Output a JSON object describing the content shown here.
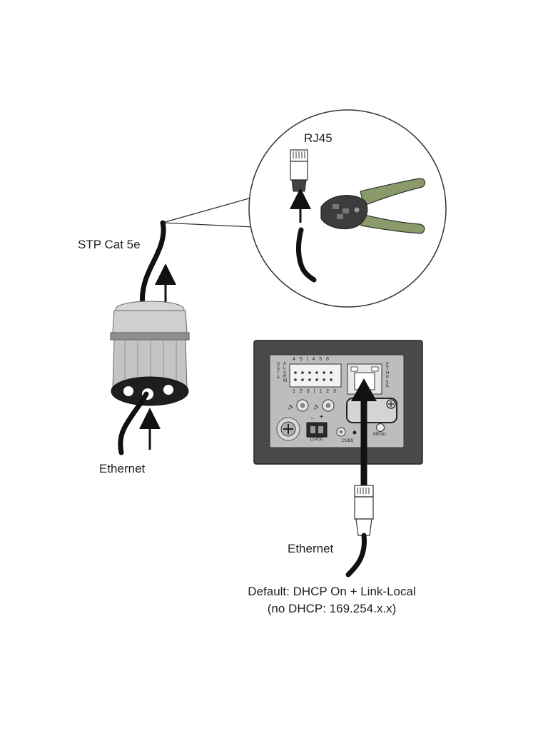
{
  "labels": {
    "rj45": "RJ45",
    "stp_cable": "STP Cat 5e",
    "ethernet_left": "Ethernet",
    "ethernet_right": "Ethernet",
    "default_line1": "Default: DHCP On + Link-Local",
    "default_line2": "(no DHCP: 169.254.x.x)"
  },
  "panel": {
    "alarm_top_numbers": "4 5 | 4 5 6",
    "data_vertical": "DATA",
    "alarm_vertical": "ALARM",
    "alarm_bottom_numbers": "1 2 3 | 1 2 3",
    "eth_vertical": "ETH PoE",
    "power_label": "12VDC",
    "power_minus": "-",
    "power_plus": "+",
    "cvbs_label": "CVBS",
    "menu_label": "MENU"
  },
  "colors": {
    "line": "#222222",
    "housing_dark": "#4a4a4a",
    "panel_gray": "#bdbdbd",
    "gland_gray": "#c8c8c8",
    "tool_green": "#8a9a6a"
  }
}
